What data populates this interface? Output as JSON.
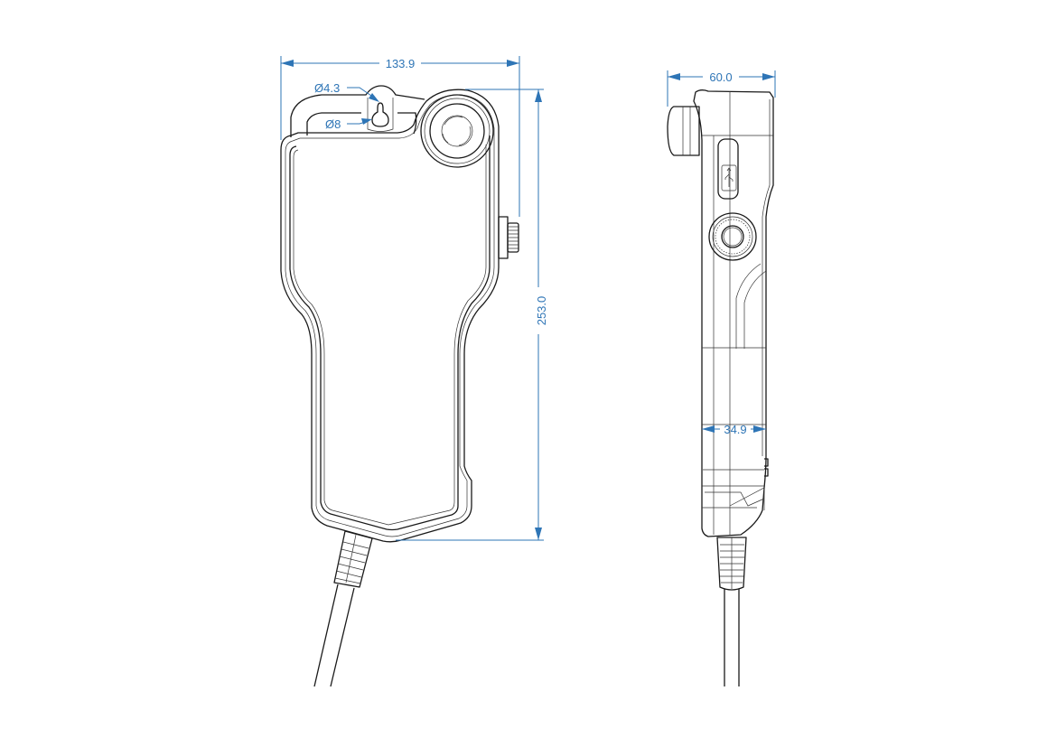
{
  "colors": {
    "dimension": "#2e75b6",
    "line": "#1a1a1a"
  },
  "front_view": {
    "width_dim": "133.9",
    "height_dim": "253.0",
    "hole_small_dim": "Ø4.3",
    "hole_large_dim": "Ø8"
  },
  "side_view": {
    "depth_dim": "60.0",
    "grip_dim": "34.9",
    "usb_icon": "usb-icon"
  }
}
